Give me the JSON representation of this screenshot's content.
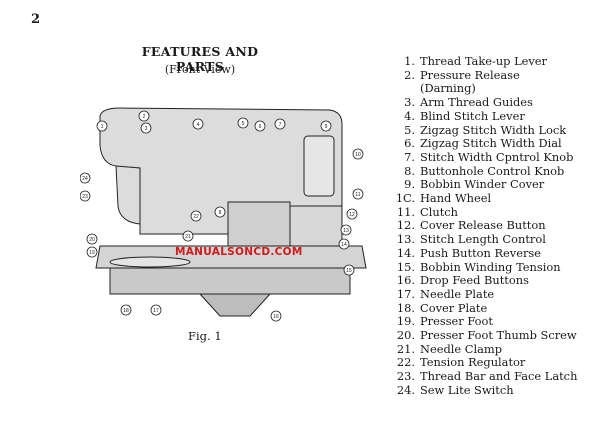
{
  "page_number": "2",
  "title": "FEATURES AND PARTS",
  "subtitle": "(Front View)",
  "figure_caption": "Fig. 1",
  "watermark": "MANUALSONCD.COM",
  "parts": [
    {
      "num": "1.",
      "label": "Thread Take-up Lever"
    },
    {
      "num": "2.",
      "label": "Pressure Release"
    },
    {
      "num": "",
      "label": "(Darning)"
    },
    {
      "num": "3.",
      "label": "Arm Thread Guides"
    },
    {
      "num": "4.",
      "label": "Blind Stitch Lever"
    },
    {
      "num": "5.",
      "label": "Zigzag Stitch Width Lock"
    },
    {
      "num": "6.",
      "label": "Zigzag Stitch Width Dial"
    },
    {
      "num": "7.",
      "label": "Stitch Width Cpntrol Knob"
    },
    {
      "num": "8.",
      "label": "Buttonhole Control Knob"
    },
    {
      "num": "9.",
      "label": "Bobbin Winder Cover"
    },
    {
      "num": "1C.",
      "label": "Hand Wheel"
    },
    {
      "num": "11.",
      "label": "Clutch"
    },
    {
      "num": "12.",
      "label": "Cover Release Button"
    },
    {
      "num": "13.",
      "label": "Stitch Length Control"
    },
    {
      "num": "14.",
      "label": "Push Button Reverse"
    },
    {
      "num": "15.",
      "label": "Bobbin Winding Tension"
    },
    {
      "num": "16.",
      "label": "Drop Feed Buttons"
    },
    {
      "num": "17.",
      "label": "Needle Plate"
    },
    {
      "num": "18.",
      "label": "Cover Plate"
    },
    {
      "num": "19.",
      "label": "Presser Foot"
    },
    {
      "num": "20.",
      "label": "Presser Foot Thumb Screw"
    },
    {
      "num": "21.",
      "label": "Needle Clamp"
    },
    {
      "num": "22.",
      "label": "Tension Regulator"
    },
    {
      "num": "23.",
      "label": "Thread Bar and Face Latch"
    },
    {
      "num": "24.",
      "label": "Sew Lite Switch"
    }
  ],
  "callouts": [
    "1",
    "2",
    "3",
    "4",
    "5",
    "6",
    "7",
    "8",
    "9",
    "10",
    "11",
    "12",
    "13",
    "14",
    "15",
    "16",
    "17",
    "18",
    "19",
    "20",
    "21",
    "22",
    "23",
    "24"
  ]
}
